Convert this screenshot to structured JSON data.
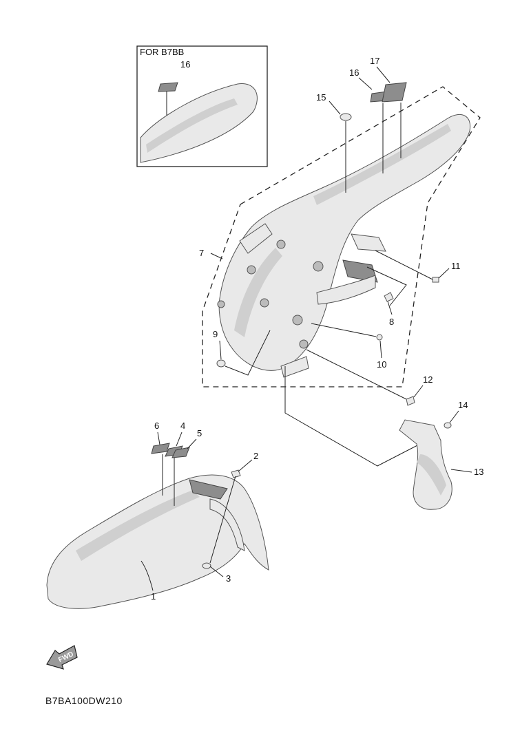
{
  "inset": {
    "title": "FOR B7BB",
    "callout": "16"
  },
  "callouts": {
    "c1": "1",
    "c2": "2",
    "c3": "3",
    "c4": "4",
    "c5": "5",
    "c6": "6",
    "c7": "7",
    "c8": "8",
    "c9": "9",
    "c10": "10",
    "c11": "11",
    "c12": "12",
    "c13": "13",
    "c14": "14",
    "c15": "15",
    "c16": "16",
    "c17": "17"
  },
  "fwd_badge": {
    "text": "FWD",
    "icon": "fwd-arrow-icon"
  },
  "diagram_code": "B7BA100DW210",
  "colors": {
    "line": "#222222",
    "part_fill": "#e9e9e9",
    "decal_dark": "#8d8d8d"
  }
}
